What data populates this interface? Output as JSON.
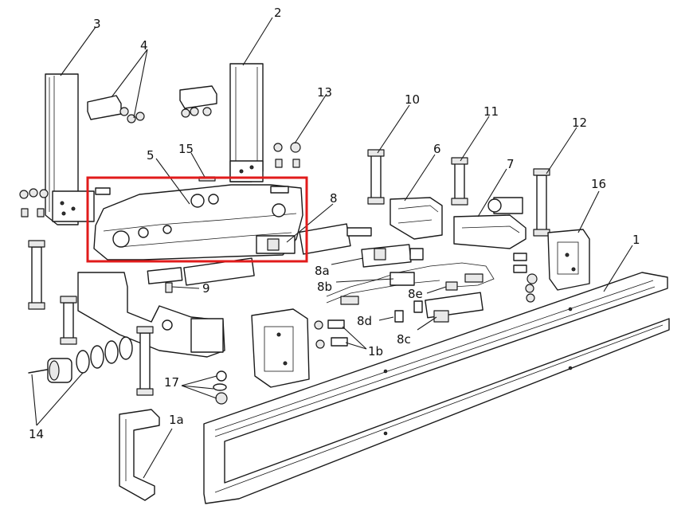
{
  "highlight_color": "#e11b1b",
  "callouts": {
    "c1": "1",
    "c1a": "1a",
    "c1b": "1b",
    "c2": "2",
    "c3": "3",
    "c4": "4",
    "c5": "5",
    "c6": "6",
    "c7": "7",
    "c8": "8",
    "c8a": "8a",
    "c8b": "8b",
    "c8c": "8c",
    "c8d": "8d",
    "c8e": "8e",
    "c9": "9",
    "c10": "10",
    "c11": "11",
    "c12": "12",
    "c13": "13",
    "c14": "14",
    "c15": "15",
    "c16": "16",
    "c17": "17"
  }
}
